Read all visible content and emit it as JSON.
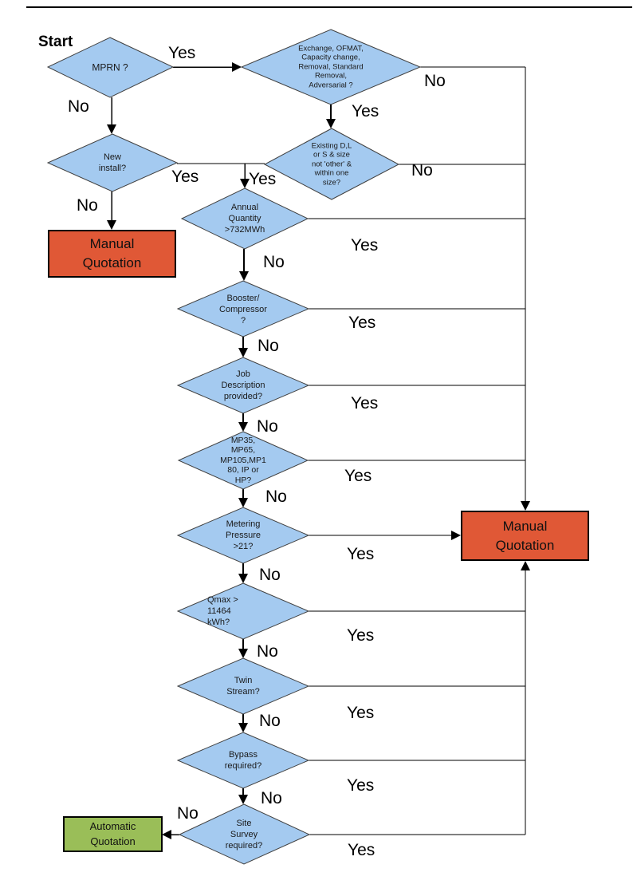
{
  "labels": {
    "start": "Start",
    "yes": "Yes",
    "no": "No"
  },
  "nodes": {
    "mprn": "MPRN ?",
    "exchange": "Exchange, OFMAT,\nCapacity change,\nRemoval, Standard\nRemoval,\nAdversarial ?",
    "new_install": "New\ninstall?",
    "existing": "Existing D,L\nor S & size\nnot 'other' &\nwithin one\nsize?",
    "annual_quantity": "Annual\nQuantity\n>732MWh",
    "booster": "Booster/\nCompressor\n?",
    "job_description": "Job\nDescription\nprovided?",
    "mp_tier": "MP35,\nMP65,\nMP105,MP1\n80, IP or\nHP?",
    "metering_pressure": "Metering\nPressure\n>21?",
    "qmax": "Qmax >\n11464\nkWh?",
    "twin_stream": "Twin\nStream?",
    "bypass": "Bypass\nrequired?",
    "site_survey": "Site\nSurvey\nrequired?",
    "manual_left": "Manual\nQuotation",
    "manual_right": "Manual\nQuotation",
    "automatic": "Automatic\nQuotation"
  },
  "colors": {
    "decision_fill": "#a4caf0",
    "decision_border": "#404040",
    "manual_quotation_fill": "#e05836",
    "automatic_quotation_fill": "#9abe58",
    "line": "#000000"
  }
}
